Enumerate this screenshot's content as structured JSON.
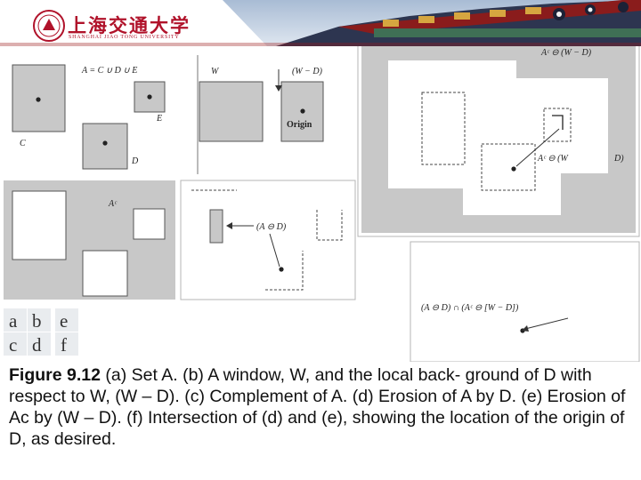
{
  "header": {
    "logo_title": "上海交通大学",
    "logo_subtitle": "SHANGHAI JIAO TONG UNIVERSITY",
    "accent": "#b0122a"
  },
  "figure": {
    "panel_a": {
      "set_eq": "A = C ∪ D ∪ E",
      "label_c": "C",
      "label_d": "D",
      "label_e": "E"
    },
    "panel_b": {
      "label_w": "W",
      "label_wd": "(W − D)",
      "label_origin": "Origin"
    },
    "panel_c": {
      "label_ac": "Aᶜ"
    },
    "panel_d": {
      "label": "(A ⊖ D)"
    },
    "panel_e": {
      "label_top": "Aᶜ ⊖ (W − D)",
      "label_mid": "Aᶜ ⊖ (W",
      "label_mid2": "D)"
    },
    "panel_f": {
      "label": "(A ⊖ D) ∩ (Aᶜ ⊖ [W − D])"
    },
    "key": [
      "a",
      "b",
      "e",
      "c",
      "d",
      "f"
    ]
  },
  "caption": {
    "bold": "Figure 9.12",
    "text": " (a) Set A. (b) A window, W, and the local back- ground of D with respect to W, (W – D). (c) Complement of A. (d) Erosion of A by D. (e) Erosion of Ac by (W – D). (f) Intersection of (d) and (e), showing the location of the origin of D, as desired."
  },
  "colors": {
    "gray": "#c8c8c8",
    "frame": "#b4b4b4"
  }
}
